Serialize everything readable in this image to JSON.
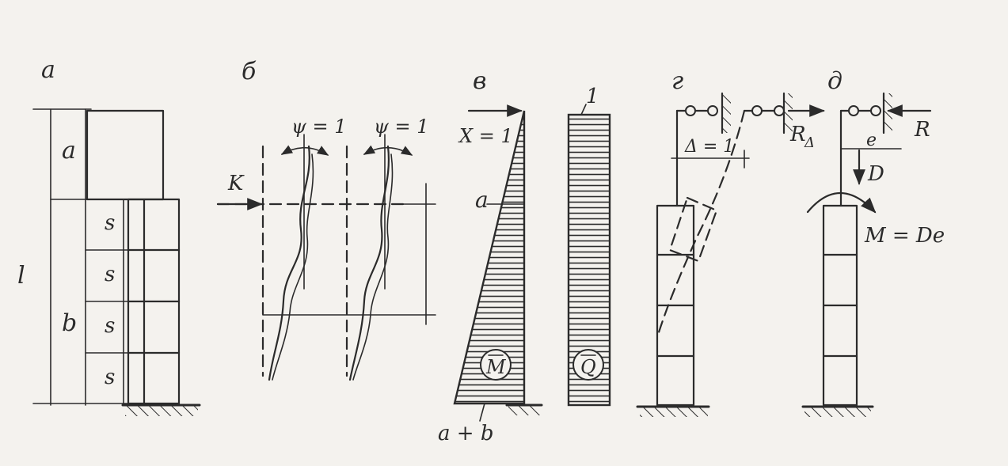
{
  "colors": {
    "ink": "#2b2b2b",
    "paper": "#f4f2ee"
  },
  "panels": {
    "a": {
      "label": "а",
      "dim_total": "l",
      "dim_top": "a",
      "dim_bottom": "b",
      "s1": "s",
      "s2": "s",
      "s3": "s",
      "s4": "s"
    },
    "b": {
      "label": "б",
      "force": "K",
      "rot_left": "ψ = 1",
      "rot_right": "ψ = 1"
    },
    "v": {
      "label": "в",
      "load": "X = 1",
      "level_a": "a",
      "base_value": "a + b",
      "moment_symbol": "M",
      "shear_value": "1",
      "shear_symbol": "Q"
    },
    "g": {
      "label": "г",
      "displacement": "Δ = 1",
      "reaction": "R",
      "reaction_sub": "Δ"
    },
    "d": {
      "label": "д",
      "reaction": "R",
      "ecc": "e",
      "force": "D",
      "moment": "M = De"
    }
  }
}
